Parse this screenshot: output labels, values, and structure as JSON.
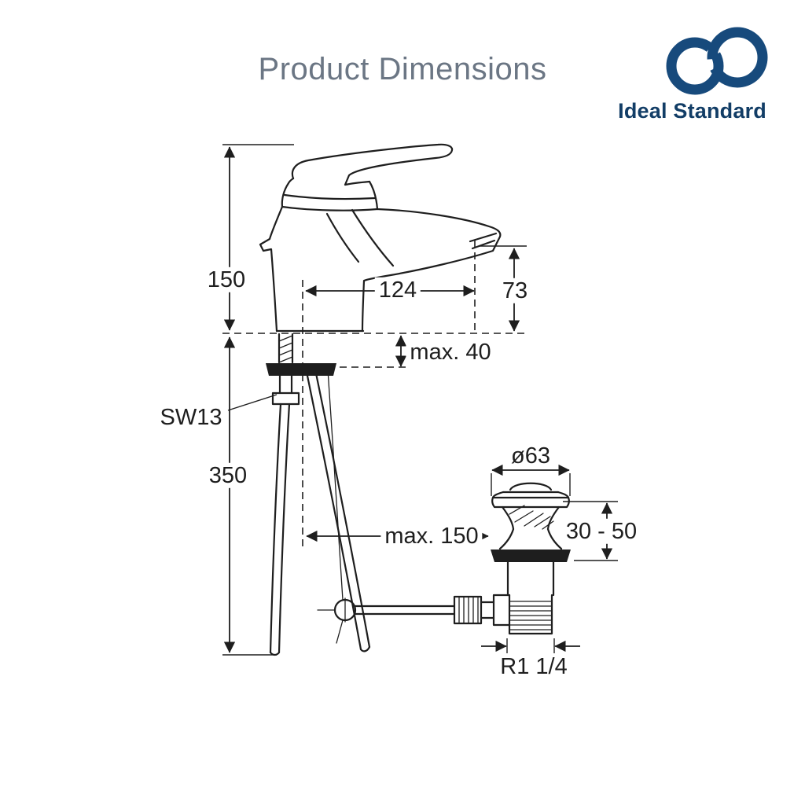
{
  "title": "Product Dimensions",
  "brand": {
    "name": "Ideal Standard"
  },
  "colors": {
    "ink": "#1e1e1e",
    "brand": "#174a7c",
    "title": "#6b7684"
  },
  "dims": {
    "spout_height": "150",
    "reach": "124",
    "outlet_height": "73",
    "deck_thickness": "max. 40",
    "wrench_size": "SW13",
    "hose_length": "350",
    "rod_reach": "max. 150",
    "plug_diameter": "ø63",
    "waste_adjust": "30 - 50",
    "thread_size": "R1 1/4"
  }
}
